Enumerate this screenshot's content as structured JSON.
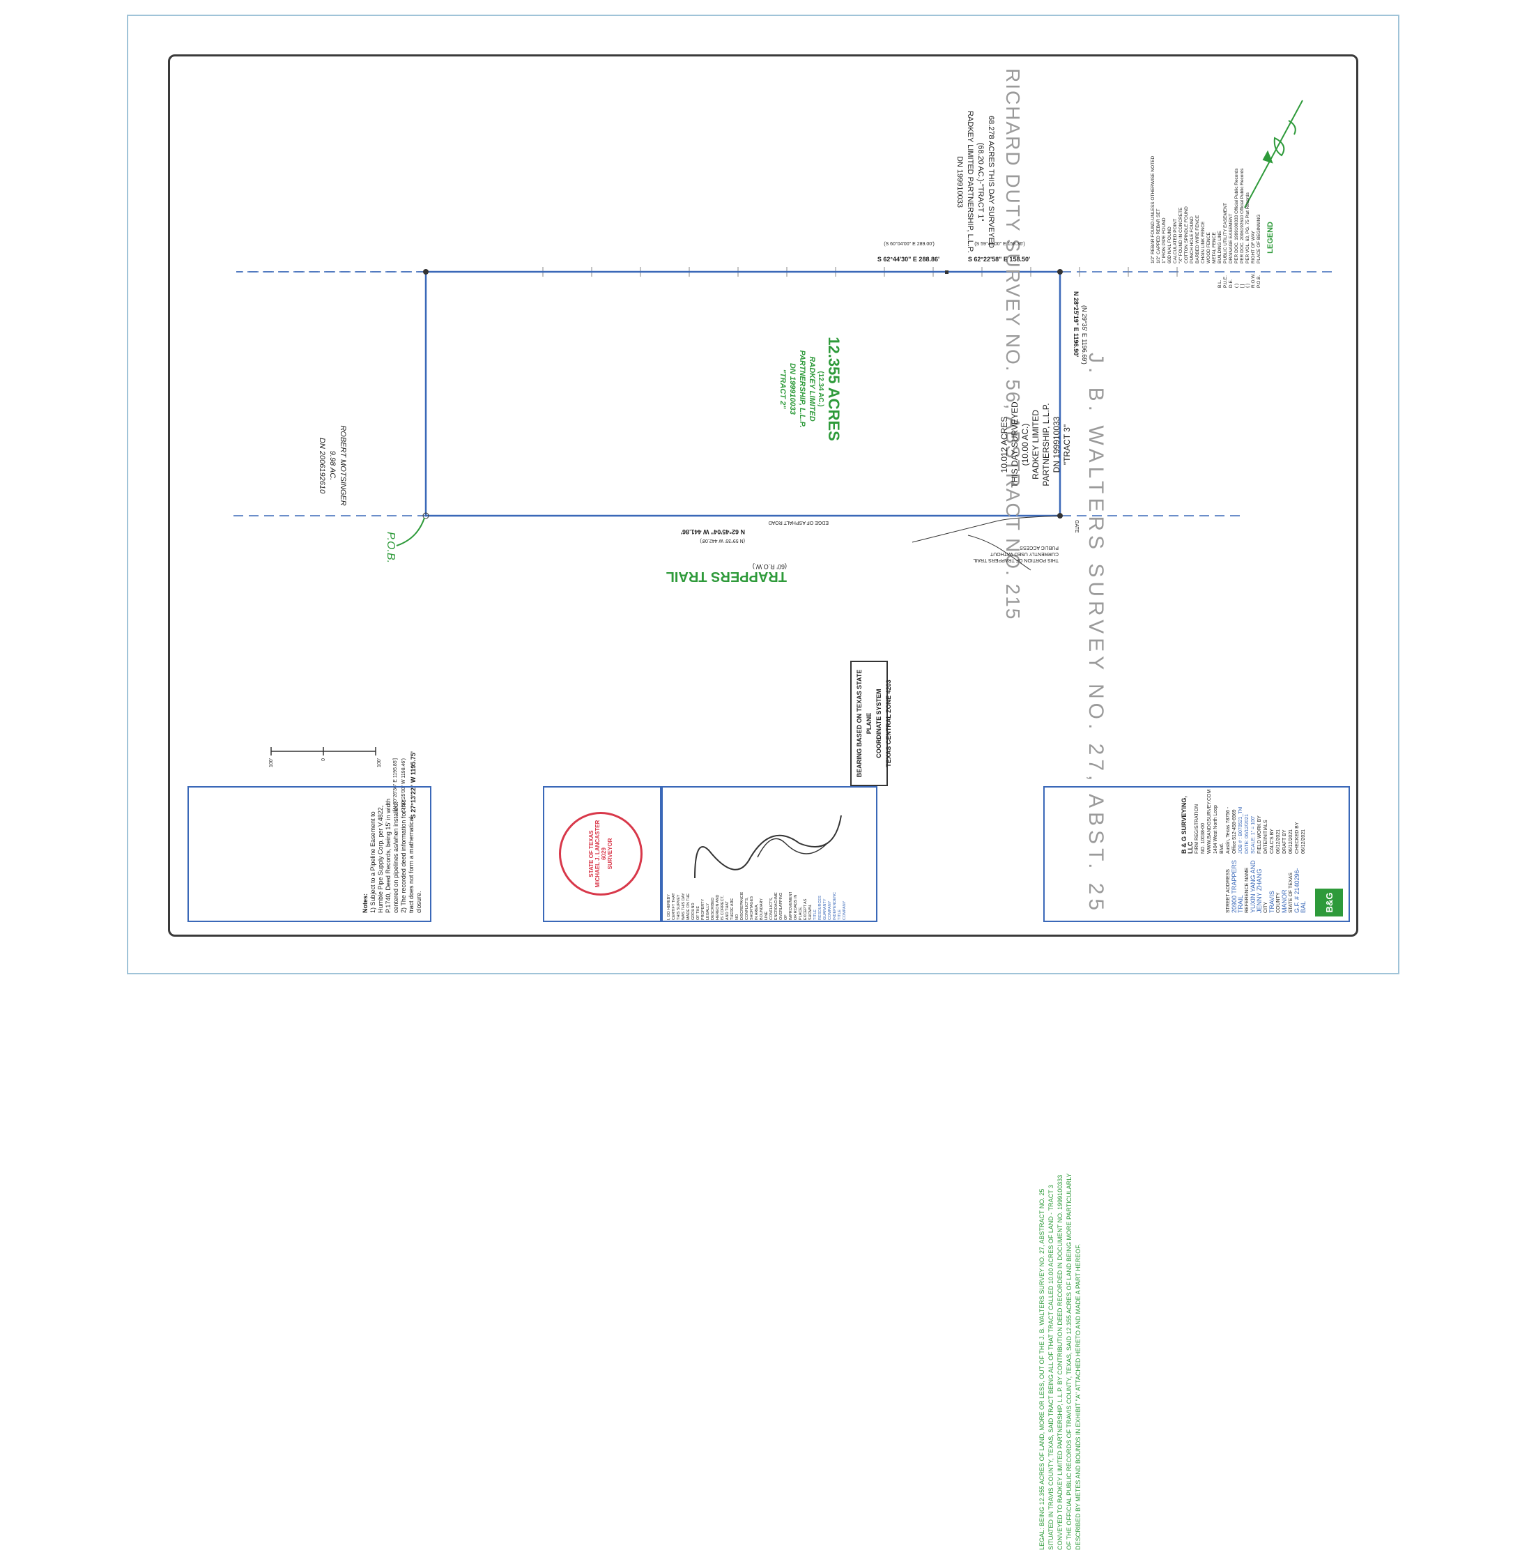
{
  "survey_heading": "RICHARD DUTY SURVEY NO. 56, ABSTRACT NO. 215",
  "walters_survey": "J. B. WALTERS SURVEY NO. 27, ABST. 25",
  "tract1": [
    "68.278 ACRES THIS DAY SURVEYED",
    "(68.20 AC.)-\"TRACT 1\"",
    "RADKEY LIMITED PARTNERSHIP, L.L.P.",
    "DN 199910033"
  ],
  "tract3": [
    "10.012 ACRES",
    "THIS DAY SURVEYED",
    "(10.00 AC.)",
    "RADKEY LIMITED",
    "PARTNERSHIP, L.L.P.",
    "DN 199910033",
    "\"TRACT 3\""
  ],
  "main_tract": {
    "acres": "12.355 ACRES",
    "ha": "(12.34 AC.)",
    "lines": [
      "RADKEY LIMITED",
      "PARTNERSHIP, L.L.P.",
      "DN 199910033",
      "\"TRACT 2\""
    ]
  },
  "robert": [
    "ROBERT MOTSINGER",
    "9.98 AC.",
    "DN 2006192610"
  ],
  "road": {
    "name": "TRAPPERS TRAIL",
    "row": "(60' R.O.W.)",
    "portion": [
      "THIS PORTION OF TRAPPERS TRAIL",
      "CURRENTLY USED WITHOUT",
      "PUBLIC ACCESS"
    ],
    "edge": "EDGE OF ASPHALT ROAD",
    "gate": "GATE"
  },
  "calls": {
    "north": "N 28°25'19\" E   1196.90'",
    "north_rec": "(N 29°35' E   1196.69')",
    "east1": "S 62°22'58\" E   158.50'",
    "east1_rec": "(S 59°43'00\" E   158.36')",
    "east2": "S 62°44'30\" E   288.86'",
    "east2_rec": "(S 60°04'00\" E   289.00')",
    "south": "S 27°13'22\" W   1195.75'",
    "south_rec1": "(S 30°25'00\" W   1198.46')",
    "south_rec2": "[N 30°26'36\" E   1195.85']",
    "west": "N 62°45'04\" W   441.86'",
    "west_rec": "(N 59°35' W   442.08')",
    "pob": "P.O.B."
  },
  "bearing_note": [
    "BEARING BASED ON TEXAS STATE PLANE",
    "COORDINATE SYSTEM",
    "TEXAS CENTRAL ZONE 4203"
  ],
  "legend": {
    "title": "LEGEND",
    "items": [
      "1/2\" REBAR FOUND-UNLESS OTHERWISE NOTED",
      "1/2\" CAPPED REBAR SET",
      "1\" IRON PIPE FOUND",
      "60D NAIL FOUND",
      "CALCULATED POINT",
      "\"X\" FOUND IN CONCRETE",
      "COTTON SPINDLE FOUND",
      "PUNCH HOLE FOUND",
      "BARBED WIRE FENCE",
      "CHAIN LINK FENCE",
      "WOOD FENCE",
      "METAL FENCE",
      "BUILDING LINE",
      "PUBLIC UTILITY EASEMENT",
      "DRAINAGE EASEMENT",
      "PER DOC. 1999100333 Official Public Records",
      "PER DOC. 2006192610 Official Public Records",
      "PER VOL. 63, PG. 75 Plat Records",
      "RIGHT OF WAY",
      "PLACE OF BEGINNING"
    ],
    "abbrevs": [
      "B.L.",
      "P.U.E.",
      "D.E.",
      "( )",
      "[ ]",
      "{ }",
      "R.O.W.",
      "P.O.B."
    ]
  },
  "legal": [
    "LEGAL: BEING 12.355 ACRES OF LAND, MORE OR LESS, OUT OF THE J. B. WALTERS SURVEY NO. 27, ABSTRACT NO. 25",
    "SITUATED IN TRAVIS COUNTY, TEXAS, SAID TRACT BEING ALL OF THAT TRACT CALLED 10.00 ACRES OF LAND - TRACT 3",
    "CONVEYED TO RADKEY LIMITED PARTNERSHIP, L.L.P. BY CONTRIBUTION DEED RECORDED IN DOCUMENT NO. 1999100333",
    "OF THE OFFICIAL PUBLIC RECORDS OF TRAVIS COUNTY, TEXAS, SAID 12.355 ACRES OF LAND BEING MORE PARTICULARLY",
    "DESCRIBED BY METES AND BOUNDS IN EXHIBIT \"A\" ATTACHED HERETO AND MADE A PART HEREOF."
  ],
  "title_block": {
    "logo": "B&G",
    "street_label": "STREET ADDRESS",
    "street": "20900 TRAPPERS TRAIL",
    "city_label": "CITY",
    "city": "TRAVIS",
    "county_label": "COUNTY",
    "county": "MANOR",
    "state_label": "STATE OF TEXAS",
    "ref_label": "REFERENCE NAME",
    "ref": "YUXIN YANG AND JENNY ZHANG",
    "gf": "G.F. # 2140296-BAL",
    "company": "B & G SURVEYING, LLC",
    "firm": "FIRM REGISTRATION NO. 10038-00",
    "web": "WWW.BANDGSURVEY.COM",
    "address": "1404 West North Loop Blvd.",
    "city_line": "Austin, Texas 78756 - Office 512-458-6969",
    "job": "JOB # : B070521_TM",
    "date": "DATE: 06/12/2021",
    "scale": "SCALE: 1\" = 100'",
    "table": [
      [
        "FIELD WORK BY",
        "DATE/INITIALS"
      ],
      [
        "CALC'S BY",
        "06/12/2021"
      ],
      [
        "DRAFT BY",
        "06/12/2021"
      ],
      [
        "CHECKED BY",
        "06/12/2021"
      ]
    ]
  },
  "certification": [
    "I, DO HEREBY CERTIFY THAT THIS SURVEY WAS THIS DAY MADE ON THE GROUND",
    "OF THE PROPERTY LEGALLY DESCRIBED HEREON AND IS CORRECT, AND THAT THERE ARE NO",
    "DISCREPANCIES, CONFLICTS, SHORTAGES IN AREA, BOUNDARY LINE CONFLICTS,",
    "ENCROACHMENTS, OVERLAPPING OF IMPROVEMENTS, OR ROADS IN PLACE, EXCEPT AS SHOWN.",
    "TITLE RESOURCES GUARANTY COMPANY",
    "INDEPENDENCE TITLE COMPANY"
  ],
  "seal": {
    "state": "STATE OF TEXAS",
    "name": "MICHAEL J. LANCASTER",
    "number": "6029",
    "word": "SURVEYOR"
  },
  "notes": {
    "title": "Notes:",
    "items": [
      "1) Subject to a Pipeline Easement to Humble Pipe Supply Corp. per V.4822, P.1740, Deed Records, being 15' in width centered on pipelines as/when installed.",
      "2) The recorded deed information for this tract does not form a mathematical closure."
    ]
  },
  "scale_bar": {
    "left": "100'",
    "mid": "0",
    "right": "100'"
  }
}
